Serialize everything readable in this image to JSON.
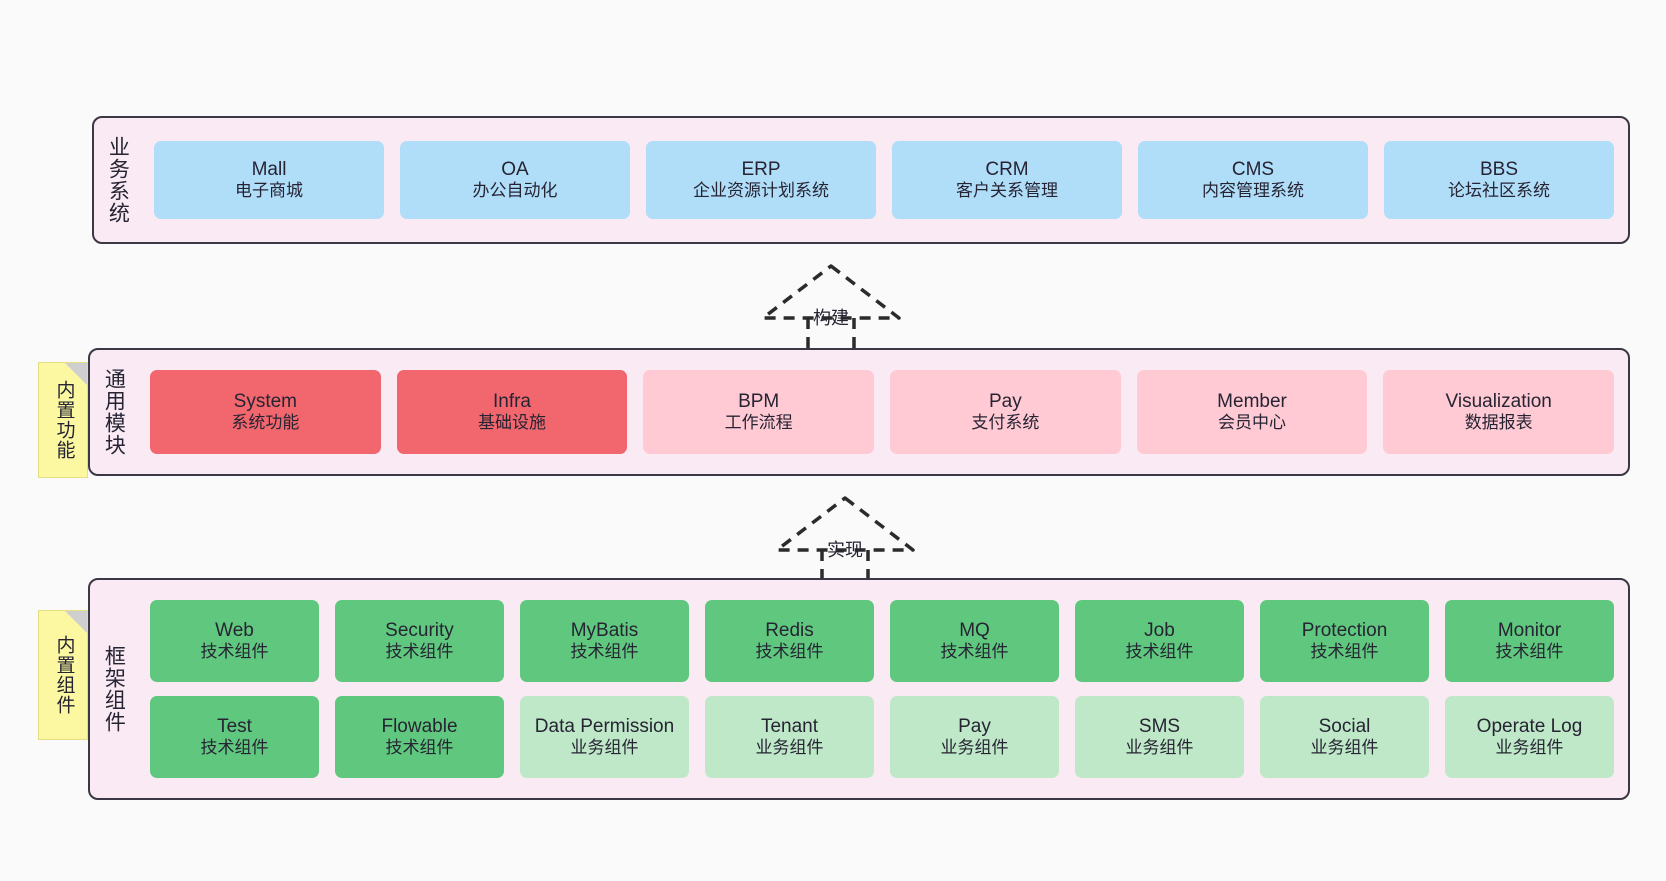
{
  "diagram": {
    "title": "Architecture layers",
    "background_color": "#fafafa",
    "layer_fill": "#f9eaf4",
    "layer_border": "#3c3744"
  },
  "layers": [
    {
      "id": "business-system",
      "title": "业务系统",
      "rows": [
        {
          "cards": [
            {
              "t1": "Mall",
              "t2": "电子商城",
              "color": "#b0ddf8"
            },
            {
              "t1": "OA",
              "t2": "办公自动化",
              "color": "#b0ddf8"
            },
            {
              "t1": "ERP",
              "t2": "企业资源计划系统",
              "color": "#b0ddf8"
            },
            {
              "t1": "CRM",
              "t2": "客户关系管理",
              "color": "#b0ddf8"
            },
            {
              "t1": "CMS",
              "t2": "内容管理系统",
              "color": "#b0ddf8"
            },
            {
              "t1": "BBS",
              "t2": "论坛社区系统",
              "color": "#b0ddf8"
            }
          ]
        }
      ]
    },
    {
      "id": "common-module",
      "title": "通用模块",
      "note": "内置功能",
      "rows": [
        {
          "cards": [
            {
              "t1": "System",
              "t2": "系统功能",
              "color": "#f2676e"
            },
            {
              "t1": "Infra",
              "t2": "基础设施",
              "color": "#f2676e"
            },
            {
              "t1": "BPM",
              "t2": "工作流程",
              "color": "#ffcad4"
            },
            {
              "t1": "Pay",
              "t2": "支付系统",
              "color": "#ffcad4"
            },
            {
              "t1": "Member",
              "t2": "会员中心",
              "color": "#ffcad4"
            },
            {
              "t1": "Visualization",
              "t2": "数据报表",
              "color": "#ffcad4"
            }
          ]
        }
      ]
    },
    {
      "id": "framework-component",
      "title": "框架组件",
      "note": "内置组件",
      "rows": [
        {
          "cards": [
            {
              "t1": "Web",
              "t2": "技术组件",
              "color": "#5fc87e"
            },
            {
              "t1": "Security",
              "t2": "技术组件",
              "color": "#5fc87e"
            },
            {
              "t1": "MyBatis",
              "t2": "技术组件",
              "color": "#5fc87e"
            },
            {
              "t1": "Redis",
              "t2": "技术组件",
              "color": "#5fc87e"
            },
            {
              "t1": "MQ",
              "t2": "技术组件",
              "color": "#5fc87e"
            },
            {
              "t1": "Job",
              "t2": "技术组件",
              "color": "#5fc87e"
            },
            {
              "t1": "Protection",
              "t2": "技术组件",
              "color": "#5fc87e"
            },
            {
              "t1": "Monitor",
              "t2": "技术组件",
              "color": "#5fc87e"
            }
          ]
        },
        {
          "cards": [
            {
              "t1": "Test",
              "t2": "技术组件",
              "color": "#5fc87e"
            },
            {
              "t1": "Flowable",
              "t2": "技术组件",
              "color": "#5fc87e"
            },
            {
              "t1": "Data Permission",
              "t2": "业务组件",
              "color": "#bfe8c9"
            },
            {
              "t1": "Tenant",
              "t2": "业务组件",
              "color": "#bfe8c9"
            },
            {
              "t1": "Pay",
              "t2": "业务组件",
              "color": "#bfe8c9"
            },
            {
              "t1": "SMS",
              "t2": "业务组件",
              "color": "#bfe8c9"
            },
            {
              "t1": "Social",
              "t2": "业务组件",
              "color": "#bfe8c9"
            },
            {
              "t1": "Operate Log",
              "t2": "业务组件",
              "color": "#bfe8c9"
            }
          ]
        }
      ]
    }
  ],
  "connectors": [
    {
      "id": "build",
      "label": "构建",
      "style": "dashed-generalization",
      "from": "common-module",
      "to": "business-system"
    },
    {
      "id": "implement",
      "label": "实现",
      "style": "dashed-generalization",
      "from": "framework-component",
      "to": "common-module"
    }
  ]
}
